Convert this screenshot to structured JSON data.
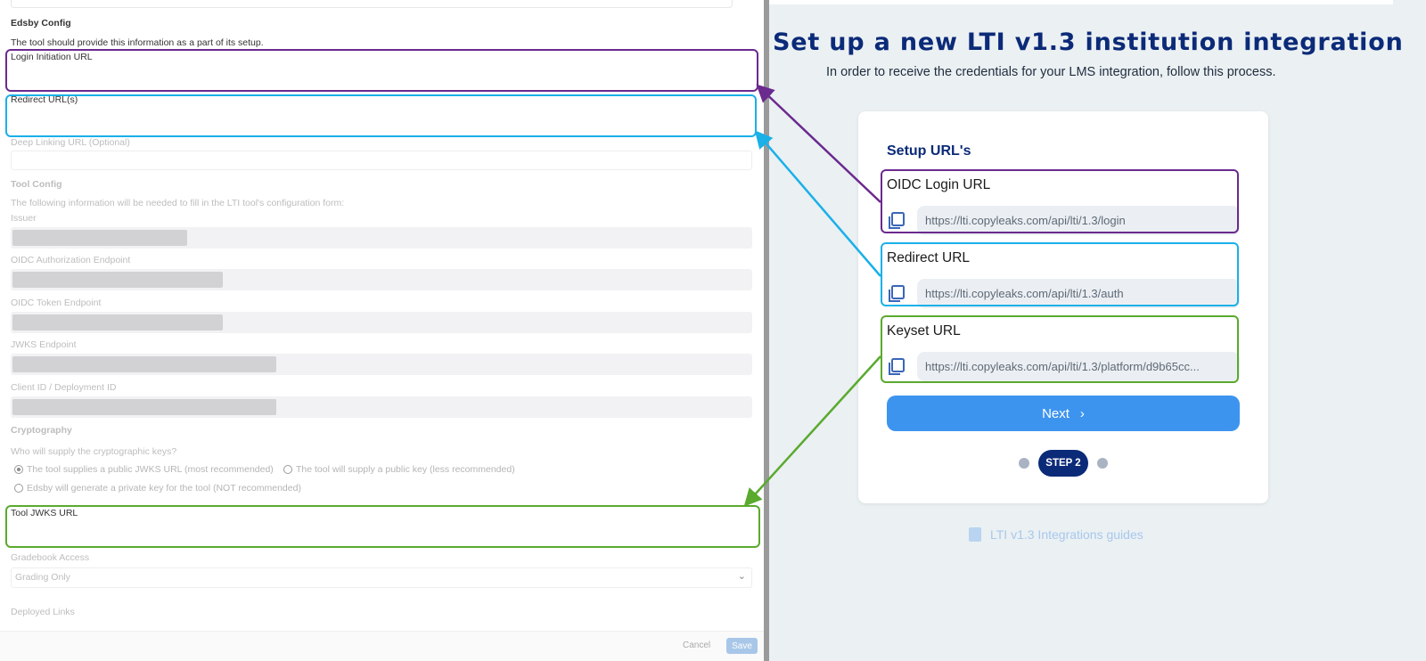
{
  "left_form": {
    "section_edsby_config": "Edsby Config",
    "edsby_config_desc": "The tool should provide this information as a part of its setup.",
    "login_initiation_url_label": "Login Initiation URL",
    "redirect_urls_label": "Redirect URL(s)",
    "deep_linking_label": "Deep Linking URL (Optional)",
    "section_tool_config": "Tool Config",
    "tool_config_desc": "The following information will be needed to fill in the LTI tool's configuration form:",
    "issuer_label": "Issuer",
    "oidc_auth_label": "OIDC Authorization Endpoint",
    "oidc_token_label": "OIDC Token Endpoint",
    "jwks_endpoint_label": "JWKS Endpoint",
    "client_id_label": "Client ID / Deployment ID",
    "section_cryptography": "Cryptography",
    "crypto_question": "Who will supply the cryptographic keys?",
    "radio_options": [
      "The tool supplies a public JWKS URL (most recommended)",
      "The tool will supply a public key (less recommended)",
      "Edsby will generate a private key for the tool (NOT recommended)"
    ],
    "selected_radio": 0,
    "tool_jwks_url_label": "Tool JWKS URL",
    "gradebook_access_label": "Gradebook Access",
    "gradebook_access_value": "Grading Only",
    "deployed_links_label": "Deployed Links",
    "cancel_label": "Cancel",
    "save_label": "Save"
  },
  "right_panel": {
    "title": "Set up a new LTI v1.3 institution integration",
    "subtitle": "In order to receive the credentials for your LMS integration, follow this process.",
    "card_title": "Setup URL's",
    "urls": [
      {
        "label": "OIDC Login URL",
        "value": "https://lti.copyleaks.com/api/lti/1.3/login"
      },
      {
        "label": "Redirect URL",
        "value": "https://lti.copyleaks.com/api/lti/1.3/auth"
      },
      {
        "label": "Keyset URL",
        "value": "https://lti.copyleaks.com/api/lti/1.3/platform/d9b65cc..."
      }
    ],
    "next_label": "Next",
    "step_label": "STEP 2",
    "guides_link": "LTI v1.3 Integrations guides"
  },
  "colors": {
    "purple": "#6a2a8e",
    "cyan": "#1ab0e8",
    "green": "#5aaa2e",
    "title_navy": "#0b2a78",
    "next_blue": "#3d94ef"
  },
  "icons": [
    "copy-icon",
    "chevron-right-icon",
    "chevron-down-icon",
    "book-icon"
  ]
}
